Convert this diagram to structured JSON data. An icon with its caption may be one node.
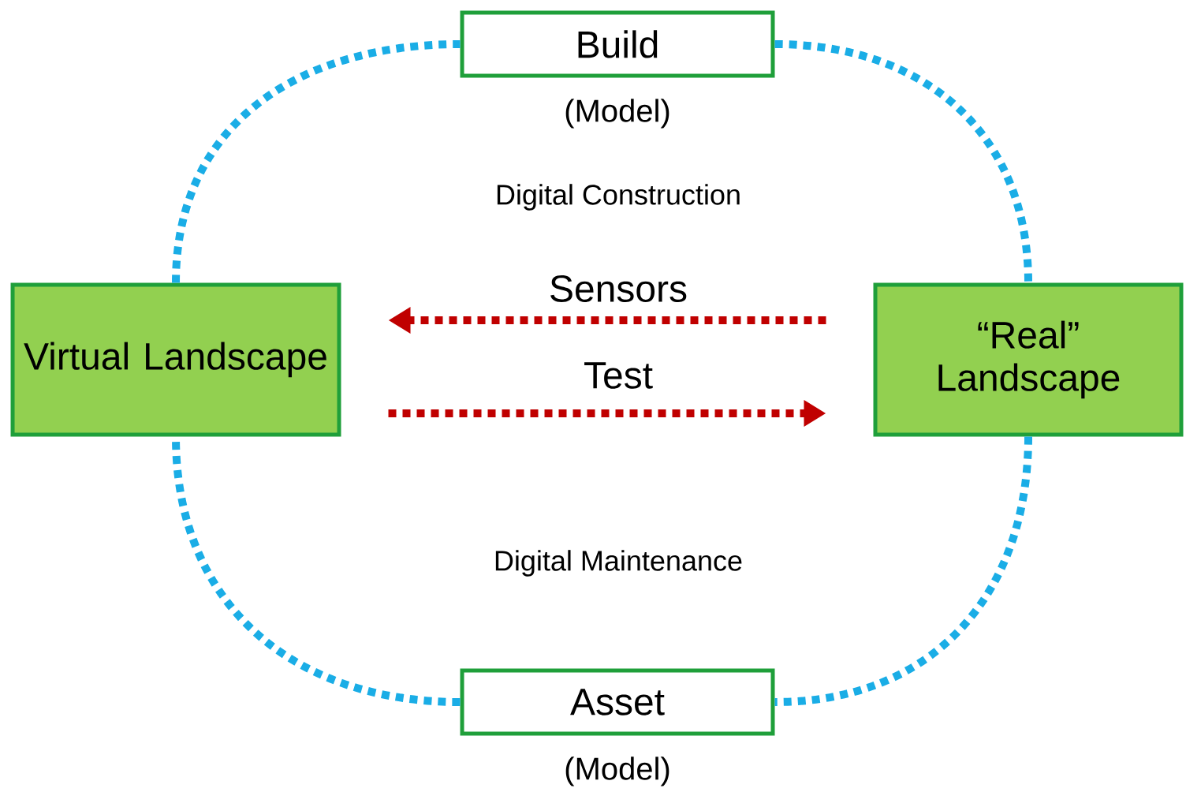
{
  "diagram": {
    "nodes": [
      {
        "text": [
          "Build"
        ],
        "beside": [
          "(Model)"
        ]
      },
      {
        "text": [
          "Virtual Landscape"
        ]
      },
      {
        "text": [
          "“Real” Landscape"
        ]
      },
      {
        "text": [
          "Asset"
        ],
        "beside": [
          "(Model)"
        ]
      }
    ],
    "edges": [
      {
        "from": 0,
        "to": 2,
        "arrow": "none",
        "style": "dashed"
      },
      {
        "from": 2,
        "to": 3,
        "arrow": "none",
        "style": "dashed"
      },
      {
        "from": 3,
        "to": 1,
        "arrow": "none",
        "style": "dashed"
      },
      {
        "from": 1,
        "to": 0,
        "arrow": "none",
        "style": "dashed"
      },
      {
        "from": 2,
        "to": 1,
        "arrow": "to",
        "style": "dashed",
        "color": "#c00000",
        "label": "Sensors"
      },
      {
        "from": 1,
        "to": 2,
        "arrow": "to",
        "style": "dashed",
        "color": "#c00000",
        "label": "Test"
      }
    ],
    "labels": [
      "Digital Construction",
      "Digital Maintenance"
    ]
  }
}
